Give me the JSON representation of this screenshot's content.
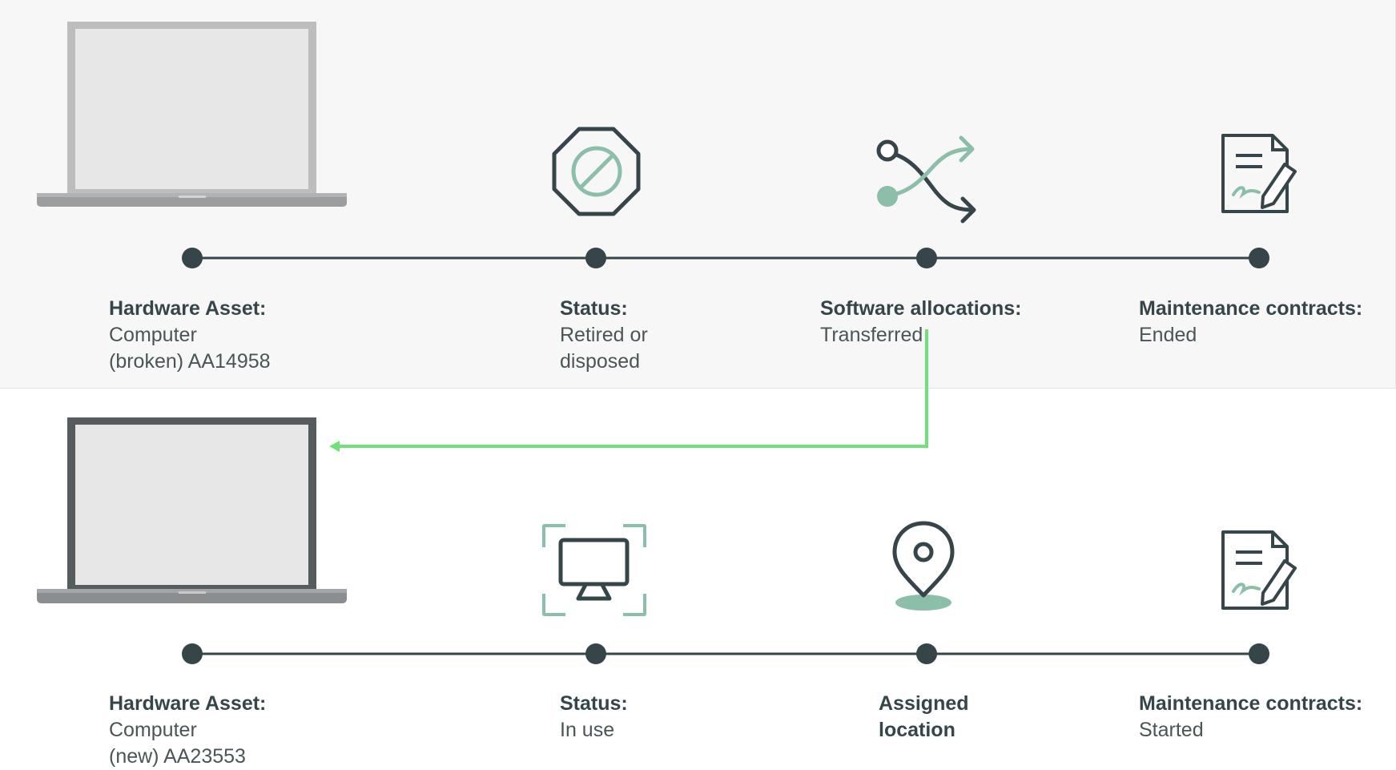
{
  "colors": {
    "timeline": "#36454a",
    "accent": "#8bbfa9",
    "transfer_arrow": "#6fe07a",
    "laptop_old": "#c2c2c2",
    "laptop_new": "#5a5f62"
  },
  "rows": [
    {
      "id": "old",
      "laptop_icon": "laptop-broken-icon",
      "nodes": [
        {
          "icon": "laptop-icon",
          "title": "Hardware Asset:",
          "lines": [
            "Computer",
            "(broken) AA14958"
          ]
        },
        {
          "icon": "prohibited-icon",
          "title": "Status:",
          "lines": [
            "Retired or",
            "disposed"
          ]
        },
        {
          "icon": "shuffle-icon",
          "title": "Software allocations:",
          "lines": [
            "Transferred"
          ]
        },
        {
          "icon": "signed-document-icon",
          "title": "Maintenance contracts:",
          "lines": [
            "Ended"
          ]
        }
      ]
    },
    {
      "id": "new",
      "laptop_icon": "laptop-new-icon",
      "nodes": [
        {
          "icon": "laptop-icon",
          "title": "Hardware Asset:",
          "lines": [
            "Computer",
            "(new) AA23553"
          ]
        },
        {
          "icon": "monitor-focus-icon",
          "title": "Status:",
          "lines": [
            "In use"
          ]
        },
        {
          "icon": "location-pin-icon",
          "title": "Assigned",
          "lines": [
            "location"
          ]
        },
        {
          "icon": "signed-document-icon",
          "title": "Maintenance contracts:",
          "lines": [
            "Started"
          ]
        }
      ]
    }
  ],
  "connector": {
    "icon": "transfer-arrow-icon",
    "from": "Software allocations",
    "to": "Hardware Asset"
  }
}
